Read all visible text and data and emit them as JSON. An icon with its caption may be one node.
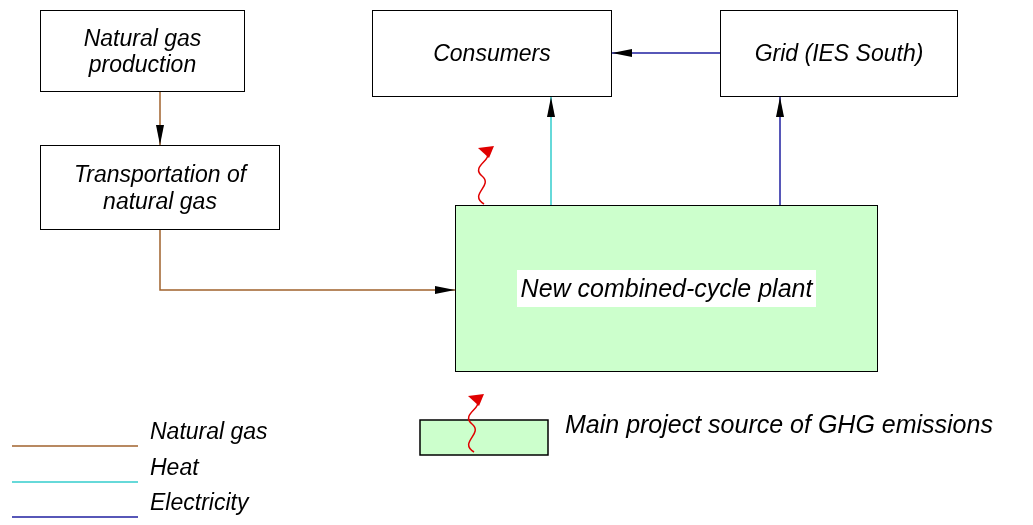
{
  "diagram": {
    "nodes": [
      {
        "text": [
          "Natural gas production"
        ]
      },
      {
        "text": [
          "Transportation of natural gas"
        ]
      },
      {
        "text": [
          "Consumers"
        ]
      },
      {
        "text": [
          "Grid (IES South)"
        ]
      },
      {
        "text": [
          "New combined-cycle plant"
        ]
      }
    ],
    "edges": [
      {
        "from": 0,
        "to": 1,
        "arrow": "to",
        "color": "#a0622d"
      },
      {
        "from": 1,
        "to": 4,
        "arrow": "to",
        "color": "#a0622d"
      },
      {
        "from": 4,
        "to": 2,
        "arrow": "to",
        "color": "#33cccc"
      },
      {
        "from": 4,
        "to": 3,
        "arrow": "to",
        "color": "#1f1fa0"
      },
      {
        "from": 3,
        "to": 2,
        "arrow": "to",
        "color": "#1f1fa0"
      }
    ],
    "legend": [
      {
        "text": "Natural gas"
      },
      {
        "text": "Heat"
      },
      {
        "text": "Electricity"
      },
      {
        "text": "Main project source of GHG emissions"
      }
    ]
  }
}
